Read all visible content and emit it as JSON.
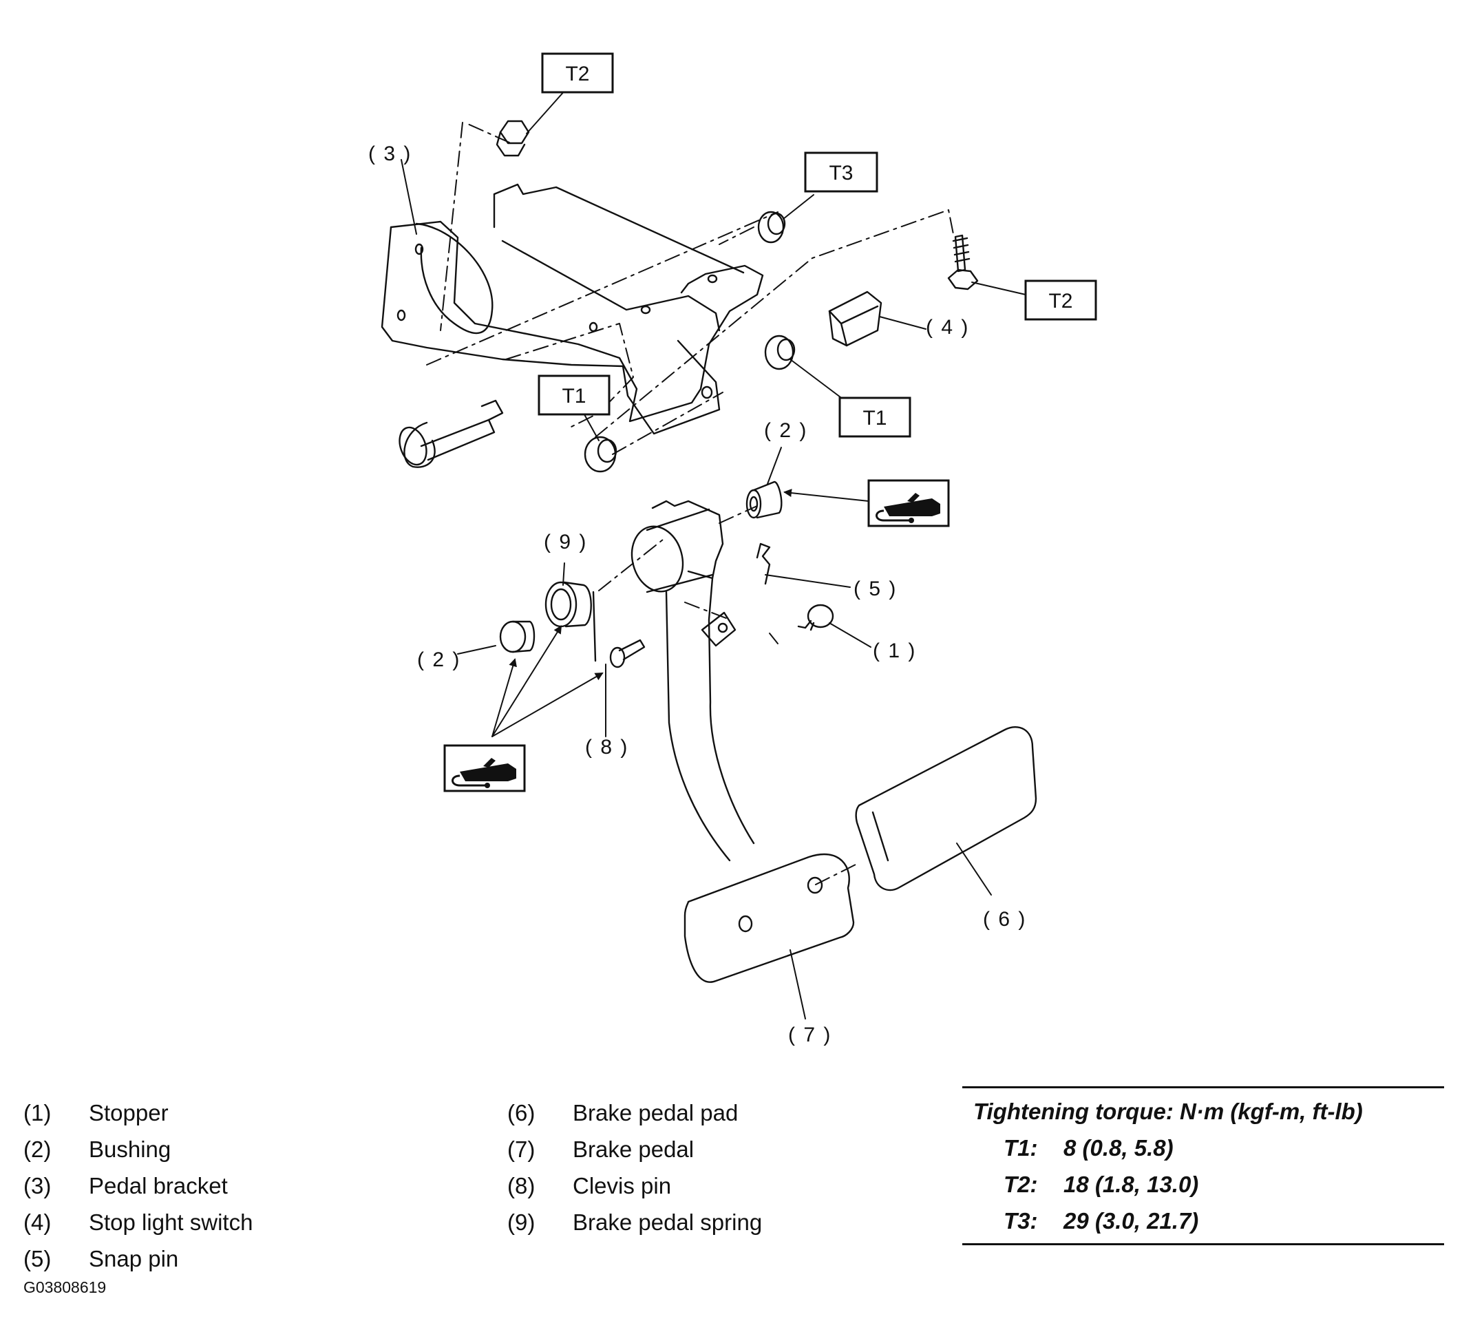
{
  "callouts": {
    "c1": "( 1 )",
    "c2a": "( 2 )",
    "c2b": "( 2 )",
    "c3": "( 3 )",
    "c4": "( 4 )",
    "c5": "( 5 )",
    "c6": "( 6 )",
    "c7": "( 7 )",
    "c8": "( 8 )",
    "c9": "( 9 )"
  },
  "torque_tags": {
    "t2_top": "T2",
    "t3": "T3",
    "t2_right": "T2",
    "t1_left": "T1",
    "t1_right": "T1"
  },
  "grease_icon": "grease-gun-icon",
  "legend": {
    "left": [
      {
        "num": "(1)",
        "label": "Stopper"
      },
      {
        "num": "(2)",
        "label": "Bushing"
      },
      {
        "num": "(3)",
        "label": "Pedal bracket"
      },
      {
        "num": "(4)",
        "label": "Stop light switch"
      },
      {
        "num": "(5)",
        "label": "Snap pin"
      }
    ],
    "mid": [
      {
        "num": "(6)",
        "label": "Brake pedal pad"
      },
      {
        "num": "(7)",
        "label": "Brake pedal"
      },
      {
        "num": "(8)",
        "label": "Clevis pin"
      },
      {
        "num": "(9)",
        "label": "Brake pedal spring"
      }
    ]
  },
  "torque_table": {
    "title": "Tightening torque: N·m (kgf-m, ft-lb)",
    "rows": [
      {
        "code": "T1:",
        "value": "8 (0.8, 5.8)"
      },
      {
        "code": "T2:",
        "value": "18 (1.8, 13.0)"
      },
      {
        "code": "T3:",
        "value": "29 (3.0, 21.7)"
      }
    ]
  },
  "figure_id": "G03808619"
}
